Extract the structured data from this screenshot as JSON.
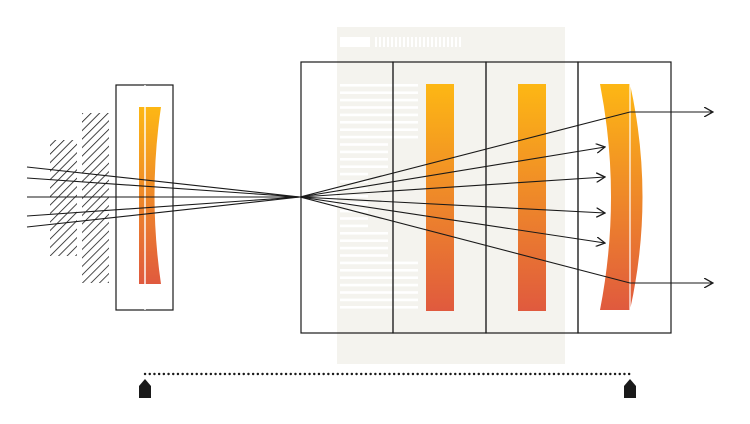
{
  "colors": {
    "lens_top": "#FDB714",
    "lens_bottom": "#E05A3E",
    "panel_background": "#F4F3EE",
    "stroke": "#1a1a1a",
    "background": "#ffffff"
  },
  "diagram": {
    "kind": "optical ray diagram",
    "incoming_ray_count": 5,
    "outgoing_ray_count": 6,
    "outgoing_rays_with_arrowheads": 6,
    "hatched_blocks": 2,
    "element_cells": 4,
    "lens_elements": [
      {
        "type": "concave-meniscus",
        "position": "entrance"
      },
      {
        "type": "flat-plate",
        "position": "cell-2"
      },
      {
        "type": "flat-plate",
        "position": "cell-3"
      },
      {
        "type": "convex-meniscus",
        "position": "exit"
      }
    ],
    "markers": [
      {
        "name": "start-marker",
        "icon": "house-pin-icon"
      },
      {
        "name": "end-marker",
        "icon": "house-pin-icon"
      }
    ],
    "scale_bar": "dotted"
  }
}
